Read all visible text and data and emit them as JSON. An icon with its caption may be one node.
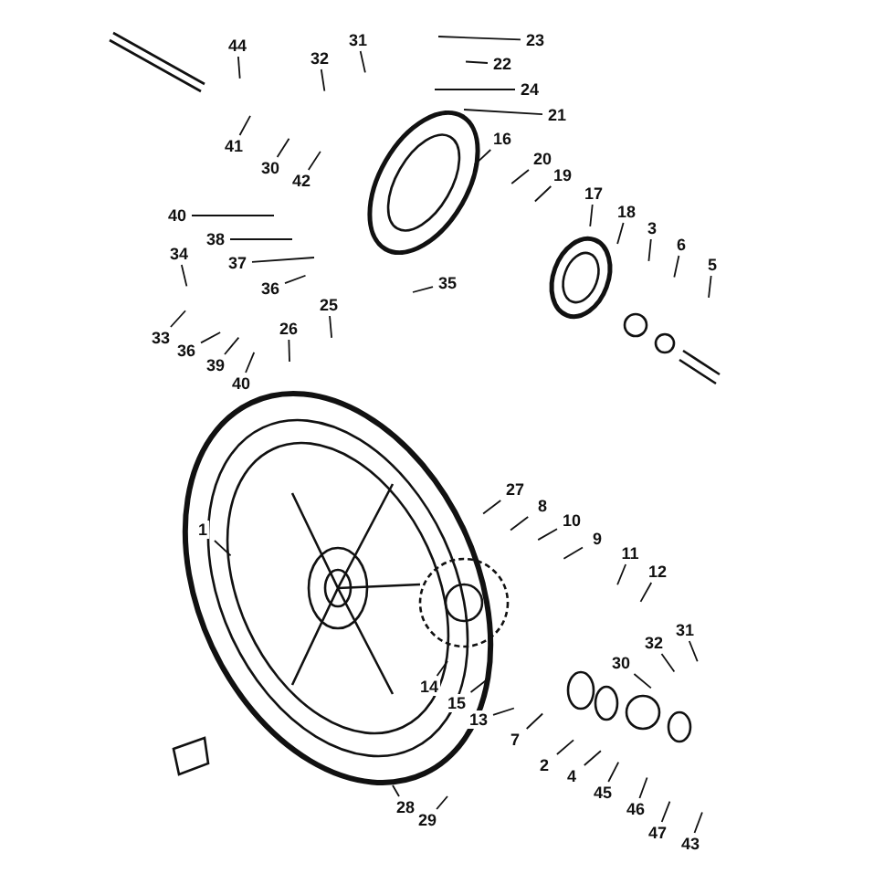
{
  "diagram": {
    "nodes": [
      {
        "text": [
          "44"
        ]
      },
      {
        "text": [
          "31"
        ]
      },
      {
        "text": [
          "32"
        ]
      },
      {
        "text": [
          "23"
        ]
      },
      {
        "text": [
          "22"
        ]
      },
      {
        "text": [
          "24"
        ]
      },
      {
        "text": [
          "21"
        ]
      },
      {
        "text": [
          "41"
        ]
      },
      {
        "text": [
          "30"
        ]
      },
      {
        "text": [
          "42"
        ]
      },
      {
        "text": [
          "16"
        ]
      },
      {
        "text": [
          "20"
        ]
      },
      {
        "text": [
          "19"
        ]
      },
      {
        "text": [
          "17"
        ]
      },
      {
        "text": [
          "18"
        ]
      },
      {
        "text": [
          "3"
        ]
      },
      {
        "text": [
          "6"
        ]
      },
      {
        "text": [
          "5"
        ]
      },
      {
        "text": [
          "40"
        ]
      },
      {
        "text": [
          "38"
        ]
      },
      {
        "text": [
          "37"
        ]
      },
      {
        "text": [
          "34"
        ]
      },
      {
        "text": [
          "36"
        ]
      },
      {
        "text": [
          "35"
        ]
      },
      {
        "text": [
          "33"
        ]
      },
      {
        "text": [
          "36"
        ]
      },
      {
        "text": [
          "39"
        ]
      },
      {
        "text": [
          "40"
        ]
      },
      {
        "text": [
          "26"
        ]
      },
      {
        "text": [
          "25"
        ]
      },
      {
        "text": [
          "27"
        ]
      },
      {
        "text": [
          "8"
        ]
      },
      {
        "text": [
          "10"
        ]
      },
      {
        "text": [
          "9"
        ]
      },
      {
        "text": [
          "11"
        ]
      },
      {
        "text": [
          "12"
        ]
      },
      {
        "text": [
          "1"
        ]
      },
      {
        "text": [
          "31"
        ]
      },
      {
        "text": [
          "32"
        ]
      },
      {
        "text": [
          "30"
        ]
      },
      {
        "text": [
          "14"
        ]
      },
      {
        "text": [
          "15"
        ]
      },
      {
        "text": [
          "13"
        ]
      },
      {
        "text": [
          "7"
        ]
      },
      {
        "text": [
          "2"
        ]
      },
      {
        "text": [
          "4"
        ]
      },
      {
        "text": [
          "45"
        ]
      },
      {
        "text": [
          "46"
        ]
      },
      {
        "text": [
          "47"
        ]
      },
      {
        "text": [
          "43"
        ]
      },
      {
        "text": [
          "28"
        ]
      },
      {
        "text": [
          "29"
        ]
      }
    ],
    "edges": [
      {
        "from": 0,
        "to": null,
        "arrow": "none"
      },
      {
        "from": 1,
        "to": null,
        "arrow": "none"
      },
      {
        "from": 2,
        "to": null,
        "arrow": "none"
      },
      {
        "from": 3,
        "to": null,
        "arrow": "none"
      },
      {
        "from": 4,
        "to": null,
        "arrow": "none"
      },
      {
        "from": 5,
        "to": null,
        "arrow": "none"
      },
      {
        "from": 6,
        "to": null,
        "arrow": "none"
      },
      {
        "from": 7,
        "to": null,
        "arrow": "none"
      },
      {
        "from": 8,
        "to": null,
        "arrow": "none"
      },
      {
        "from": 9,
        "to": null,
        "arrow": "none"
      },
      {
        "from": 10,
        "to": null,
        "arrow": "none"
      },
      {
        "from": 11,
        "to": null,
        "arrow": "none"
      },
      {
        "from": 12,
        "to": null,
        "arrow": "none"
      },
      {
        "from": 13,
        "to": null,
        "arrow": "none"
      },
      {
        "from": 14,
        "to": null,
        "arrow": "none"
      },
      {
        "from": 15,
        "to": null,
        "arrow": "none"
      },
      {
        "from": 16,
        "to": null,
        "arrow": "none"
      },
      {
        "from": 17,
        "to": null,
        "arrow": "none"
      },
      {
        "from": 18,
        "to": null,
        "arrow": "none"
      },
      {
        "from": 19,
        "to": null,
        "arrow": "none"
      },
      {
        "from": 20,
        "to": null,
        "arrow": "none"
      },
      {
        "from": 21,
        "to": null,
        "arrow": "none"
      },
      {
        "from": 22,
        "to": null,
        "arrow": "none"
      },
      {
        "from": 23,
        "to": null,
        "arrow": "none"
      },
      {
        "from": 24,
        "to": null,
        "arrow": "none"
      },
      {
        "from": 25,
        "to": null,
        "arrow": "none"
      },
      {
        "from": 26,
        "to": null,
        "arrow": "none"
      },
      {
        "from": 27,
        "to": null,
        "arrow": "none"
      },
      {
        "from": 28,
        "to": null,
        "arrow": "none"
      },
      {
        "from": 29,
        "to": null,
        "arrow": "none"
      },
      {
        "from": 30,
        "to": null,
        "arrow": "none"
      },
      {
        "from": 31,
        "to": null,
        "arrow": "none"
      },
      {
        "from": 32,
        "to": null,
        "arrow": "none"
      },
      {
        "from": 33,
        "to": null,
        "arrow": "none"
      },
      {
        "from": 34,
        "to": null,
        "arrow": "none"
      },
      {
        "from": 35,
        "to": null,
        "arrow": "none"
      },
      {
        "from": 36,
        "to": null,
        "arrow": "none"
      },
      {
        "from": 37,
        "to": null,
        "arrow": "none"
      },
      {
        "from": 38,
        "to": null,
        "arrow": "none"
      },
      {
        "from": 39,
        "to": null,
        "arrow": "none"
      },
      {
        "from": 40,
        "to": null,
        "arrow": "none"
      },
      {
        "from": 41,
        "to": null,
        "arrow": "none"
      },
      {
        "from": 42,
        "to": null,
        "arrow": "none"
      },
      {
        "from": 43,
        "to": null,
        "arrow": "none"
      },
      {
        "from": 44,
        "to": null,
        "arrow": "none"
      },
      {
        "from": 45,
        "to": null,
        "arrow": "none"
      },
      {
        "from": 46,
        "to": null,
        "arrow": "none"
      },
      {
        "from": 47,
        "to": null,
        "arrow": "none"
      },
      {
        "from": 48,
        "to": null,
        "arrow": "none"
      },
      {
        "from": 49,
        "to": null,
        "arrow": "none"
      },
      {
        "from": 50,
        "to": null,
        "arrow": "none"
      },
      {
        "from": 51,
        "to": null,
        "arrow": "none"
      }
    ]
  }
}
